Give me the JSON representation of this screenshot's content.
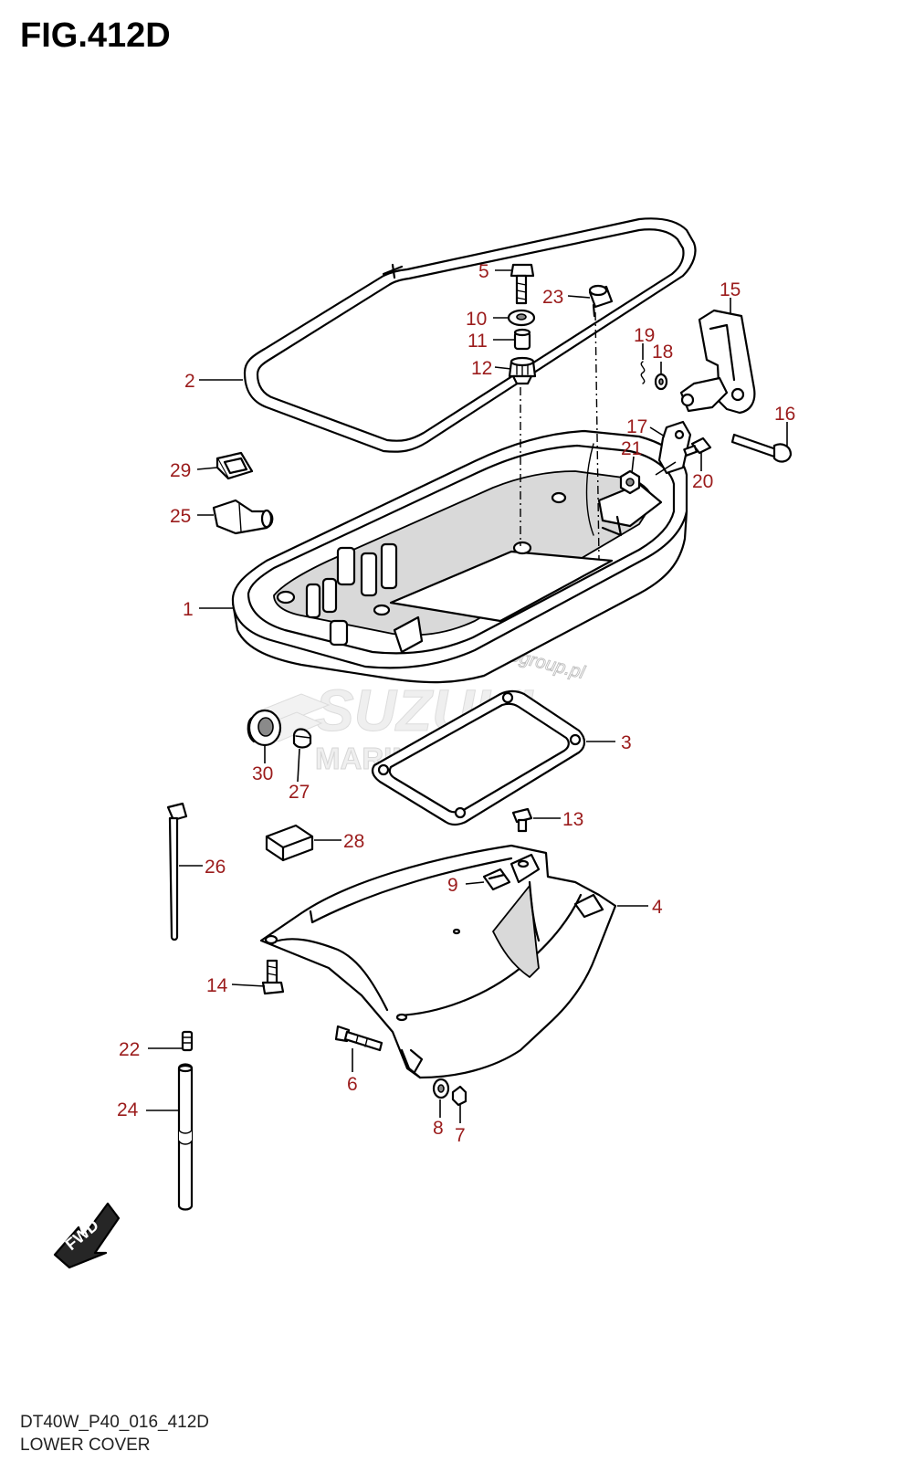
{
  "figure_title": "FIG.412D",
  "footer": {
    "drawing_code": "DT40W_P40_016_412D",
    "caption": "LOWER COVER"
  },
  "watermark": {
    "brand": "SUZUKI",
    "subtitle": "MARINE PARTS",
    "site": "Motogroup.pl"
  },
  "direction_label": "FWD",
  "callout_color": "#9b1c1c",
  "callouts": {
    "c1": "1",
    "c2": "2",
    "c3": "3",
    "c4": "4",
    "c5": "5",
    "c6": "6",
    "c7": "7",
    "c8": "8",
    "c9": "9",
    "c10": "10",
    "c11": "11",
    "c12": "12",
    "c13": "13",
    "c14": "14",
    "c15": "15",
    "c16": "16",
    "c17": "17",
    "c18": "18",
    "c19": "19",
    "c20": "20",
    "c21": "21",
    "c22": "22",
    "c23": "23",
    "c24": "24",
    "c25": "25",
    "c26": "26",
    "c27": "27",
    "c28": "28",
    "c29": "29",
    "c30": "30"
  }
}
